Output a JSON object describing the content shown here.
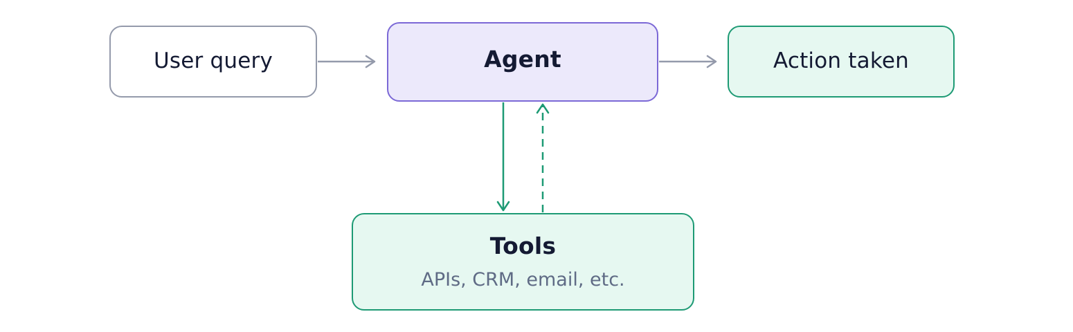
{
  "nodes": {
    "user_query": {
      "label": "User query"
    },
    "agent": {
      "label": "Agent"
    },
    "action_taken": {
      "label": "Action taken"
    },
    "tools": {
      "label": "Tools",
      "sublabel": "APIs, CRM, email, etc."
    }
  },
  "edges": [
    {
      "from": "User query",
      "to": "Agent",
      "style": "solid"
    },
    {
      "from": "Agent",
      "to": "Action taken",
      "style": "solid"
    },
    {
      "from": "Agent",
      "to": "Tools",
      "style": "solid"
    },
    {
      "from": "Tools",
      "to": "Agent",
      "style": "dashed"
    }
  ],
  "colors": {
    "neutral_stroke": "#949aab",
    "agent_stroke": "#7b68d6",
    "agent_fill": "#ece9fb",
    "green_stroke": "#1d9a74",
    "green_fill": "#e6f8f1",
    "text": "#141a33",
    "subtext": "#5f6b85"
  }
}
